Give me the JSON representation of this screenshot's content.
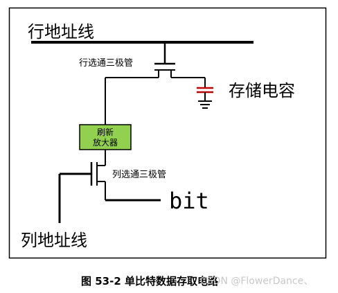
{
  "labels": {
    "row_address_line": "行地址线",
    "row_select_transistor": "行选通三极管",
    "storage_capacitor": "存储电容",
    "refresh_amp_line1": "刷新",
    "refresh_amp_line2": "放大器",
    "column_select_transistor": "列选通三极管",
    "bit_line": "bit",
    "column_address_line": "列地址线"
  },
  "caption": "图 53-2 单比特数据存取电路",
  "watermark": "CSDN @FlowerDance、",
  "colors": {
    "amplifier_fill": "#92d050",
    "capacitor_plate": "#c00000",
    "line": "#000000"
  }
}
